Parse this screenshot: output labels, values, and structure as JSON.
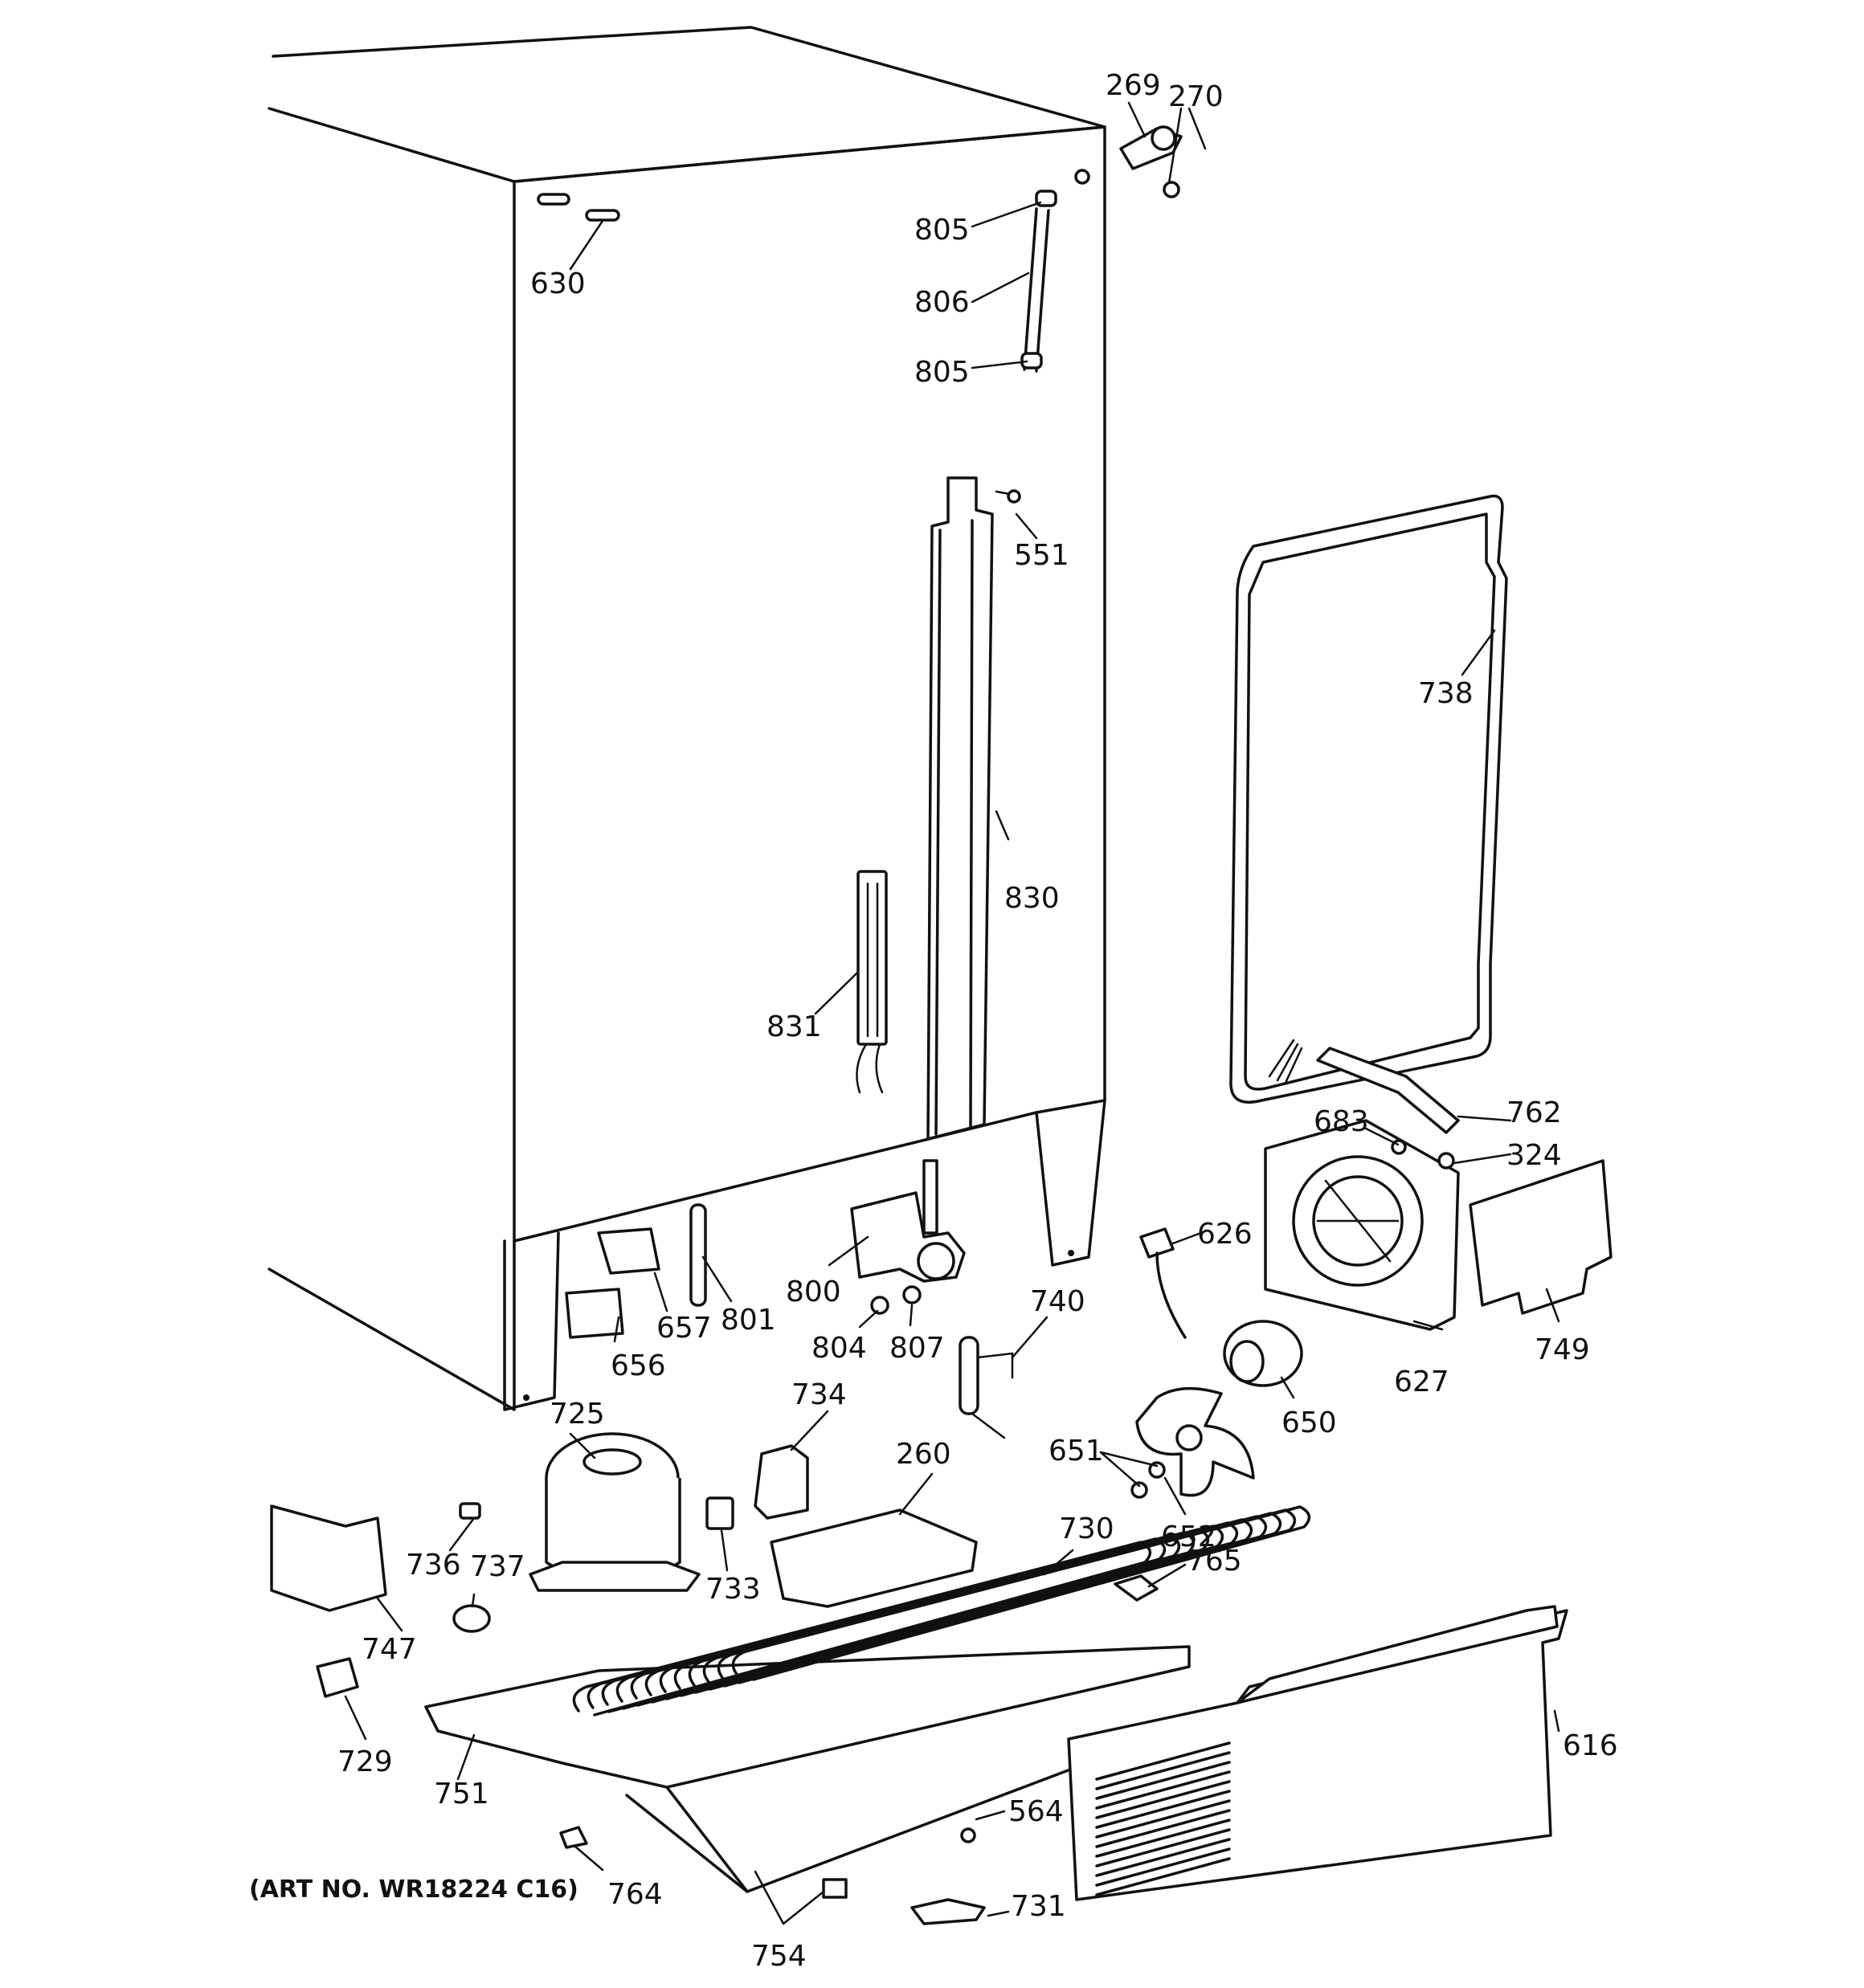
{
  "art_number": "(ART NO. WR18224 C16)",
  "callouts": [
    {
      "id": "269",
      "text": "269"
    },
    {
      "id": "270",
      "text": "270"
    },
    {
      "id": "630",
      "text": "630"
    },
    {
      "id": "805a",
      "text": "805"
    },
    {
      "id": "806",
      "text": "806"
    },
    {
      "id": "805b",
      "text": "805"
    },
    {
      "id": "551",
      "text": "551"
    },
    {
      "id": "738",
      "text": "738"
    },
    {
      "id": "830",
      "text": "830"
    },
    {
      "id": "831",
      "text": "831"
    },
    {
      "id": "762",
      "text": "762"
    },
    {
      "id": "683",
      "text": "683"
    },
    {
      "id": "324",
      "text": "324"
    },
    {
      "id": "626",
      "text": "626"
    },
    {
      "id": "657",
      "text": "657"
    },
    {
      "id": "801",
      "text": "801"
    },
    {
      "id": "800",
      "text": "800"
    },
    {
      "id": "740",
      "text": "740"
    },
    {
      "id": "656",
      "text": "656"
    },
    {
      "id": "804",
      "text": "804"
    },
    {
      "id": "807",
      "text": "807"
    },
    {
      "id": "627",
      "text": "627"
    },
    {
      "id": "749",
      "text": "749"
    },
    {
      "id": "650",
      "text": "650"
    },
    {
      "id": "725",
      "text": "725"
    },
    {
      "id": "734",
      "text": "734"
    },
    {
      "id": "651",
      "text": "651"
    },
    {
      "id": "260",
      "text": "260"
    },
    {
      "id": "652",
      "text": "652"
    },
    {
      "id": "730",
      "text": "730"
    },
    {
      "id": "736",
      "text": "736"
    },
    {
      "id": "737",
      "text": "737"
    },
    {
      "id": "733",
      "text": "733"
    },
    {
      "id": "765",
      "text": "765"
    },
    {
      "id": "747",
      "text": "747"
    },
    {
      "id": "616",
      "text": "616"
    },
    {
      "id": "729",
      "text": "729"
    },
    {
      "id": "751",
      "text": "751"
    },
    {
      "id": "564",
      "text": "564"
    },
    {
      "id": "764",
      "text": "764"
    },
    {
      "id": "731",
      "text": "731"
    },
    {
      "id": "754",
      "text": "754"
    }
  ]
}
